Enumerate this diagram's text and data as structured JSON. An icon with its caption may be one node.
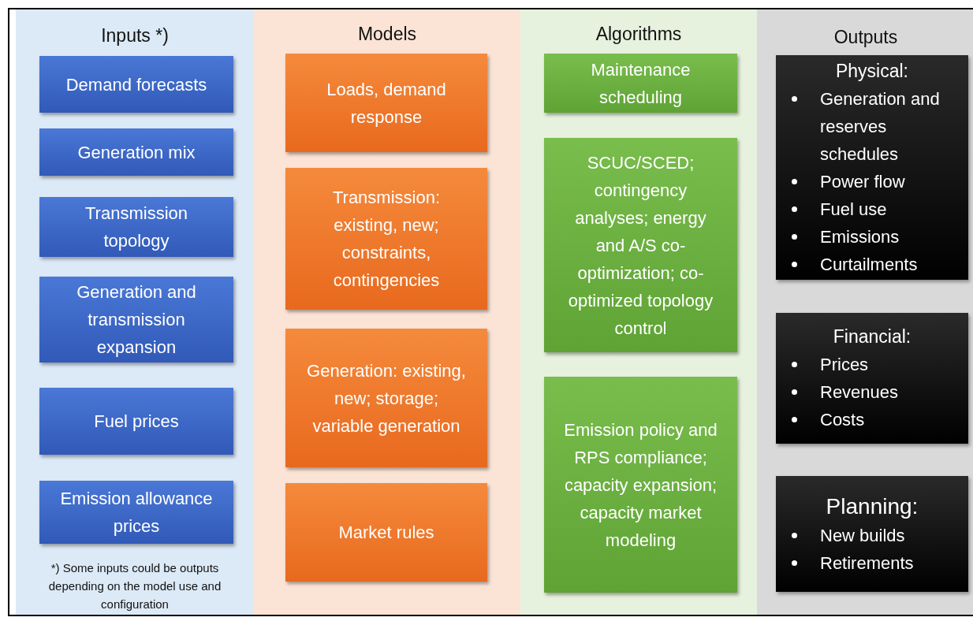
{
  "diagram": {
    "nodes": [
      {
        "text": [
          "Inputs *)",
          "*) Some inputs could be outputs depending on the model use and configuration"
        ]
      },
      {
        "text": [
          "Demand forecasts"
        ],
        "in": 0
      },
      {
        "text": [
          "Generation mix"
        ],
        "in": 0
      },
      {
        "text": [
          "Transmission topology"
        ],
        "in": 0
      },
      {
        "text": [
          "Generation and transmission expansion"
        ],
        "in": 0
      },
      {
        "text": [
          "Fuel prices"
        ],
        "in": 0
      },
      {
        "text": [
          "Emission allowance prices"
        ],
        "in": 0
      },
      {
        "text": [
          "Models"
        ]
      },
      {
        "text": [
          "Loads, demand response"
        ],
        "in": 7
      },
      {
        "text": [
          "Transmission: existing, new; constraints, contingencies"
        ],
        "in": 7
      },
      {
        "text": [
          "Generation: existing, new; storage; variable generation"
        ],
        "in": 7
      },
      {
        "text": [
          "Market rules"
        ],
        "in": 7
      },
      {
        "text": [
          "Algorithms"
        ]
      },
      {
        "text": [
          "Maintenance scheduling"
        ],
        "in": 12
      },
      {
        "text": [
          "SCUC/SCED; contingency analyses; energy and A/S co-optimization; co-optimized topology control"
        ],
        "in": 12
      },
      {
        "text": [
          "Emission policy and RPS compliance; capacity expansion; capacity market modeling"
        ],
        "in": 12
      },
      {
        "text": [
          "Outputs"
        ]
      },
      {
        "text": [
          "Physical:",
          "Generation and reserves schedules",
          "Power flow",
          "Fuel use",
          "Emissions",
          "Curtailments"
        ],
        "in": 16
      },
      {
        "text": [
          "Financial:",
          "Prices",
          "Revenues",
          "Costs"
        ],
        "in": 16
      },
      {
        "text": [
          "Planning:",
          "New builds",
          "Retirements"
        ],
        "in": 16
      }
    ]
  }
}
